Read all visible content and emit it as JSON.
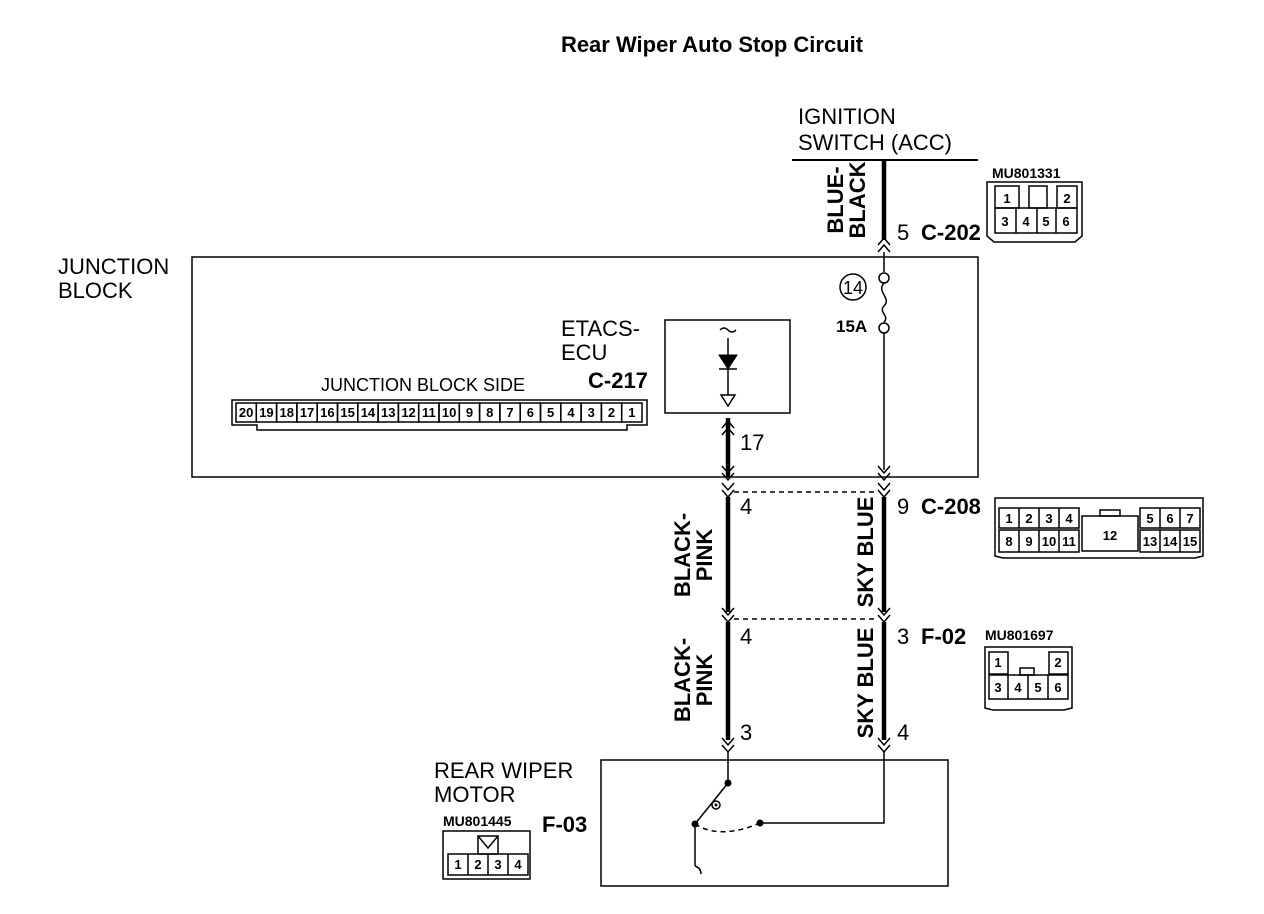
{
  "title": "Rear Wiper Auto Stop Circuit",
  "ignition_switch": {
    "line1": "IGNITION",
    "line2": "SWITCH (ACC)"
  },
  "junction_block": {
    "line1": "JUNCTION",
    "line2": "BLOCK",
    "side_label": "JUNCTION BLOCK SIDE"
  },
  "etacs": {
    "line1": "ETACS-",
    "line2": "ECU",
    "connector": "C-217",
    "pin": "17"
  },
  "fuse": {
    "number": "14",
    "rating": "15A"
  },
  "rear_wiper_motor": {
    "line1": "REAR WIPER",
    "line2": "MOTOR",
    "connector": "F-03"
  },
  "wires": {
    "top": {
      "line1": "BLUE-",
      "line2": "BLACK"
    },
    "left_upper": {
      "line1": "BLACK-",
      "line2": "PINK"
    },
    "left_lower": {
      "line1": "BLACK-",
      "line2": "PINK"
    },
    "right_upper": "SKY BLUE",
    "right_lower": "SKY BLUE"
  },
  "pins": {
    "c202": "5",
    "c208_left": "4",
    "c208_right": "9",
    "f02_left": "4",
    "f02_right": "3",
    "f03_left": "3",
    "f03_right": "4"
  },
  "connectors": {
    "c202": {
      "code": "C-202",
      "part": "MU801331",
      "row1": [
        "1",
        "",
        "2"
      ],
      "row2": [
        "3",
        "4",
        "5",
        "6"
      ]
    },
    "c208": {
      "code": "C-208",
      "row1a": [
        "1",
        "2",
        "3",
        "4"
      ],
      "row1b": [
        "5",
        "6",
        "7"
      ],
      "mid": "12",
      "row2a": [
        "8",
        "9",
        "10",
        "11"
      ],
      "row2b": [
        "13",
        "14",
        "15"
      ]
    },
    "f02": {
      "code": "F-02",
      "part": "MU801697",
      "row1": [
        "1",
        "",
        "2"
      ],
      "row2": [
        "3",
        "4",
        "5",
        "6"
      ]
    },
    "f03": {
      "part": "MU801445",
      "pins": [
        "1",
        "2",
        "3",
        "4"
      ]
    },
    "c217": {
      "pins": [
        "20",
        "19",
        "18",
        "17",
        "16",
        "15",
        "14",
        "13",
        "12",
        "11",
        "10",
        "9",
        "8",
        "7",
        "6",
        "5",
        "4",
        "3",
        "2",
        "1"
      ]
    }
  }
}
